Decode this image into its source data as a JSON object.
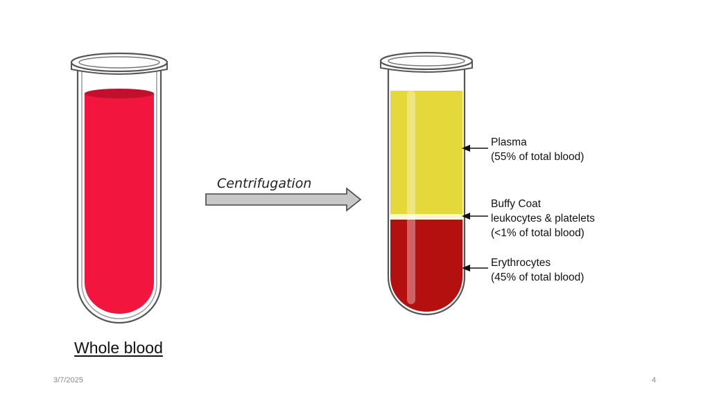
{
  "diagram": {
    "process_label": "Centrifugation",
    "left_tube": {
      "caption": "Whole blood"
    },
    "right_tube": {
      "layers": [
        {
          "id": "plasma",
          "lines": [
            "Plasma",
            "(55% of total blood)"
          ]
        },
        {
          "id": "buffy",
          "lines": [
            "Buffy Coat",
            "leukocytes & platelets",
            "(<1% of total blood)"
          ]
        },
        {
          "id": "erythrocytes",
          "lines": [
            "Erythrocytes",
            "(45% of total blood)"
          ]
        }
      ]
    },
    "colors": {
      "whole_blood": "#f2163f",
      "plasma": "#e5d83a",
      "buffy_coat": "#fbf7d6",
      "erythrocytes": "#b51010",
      "tube_outline": "#555555",
      "arrow_fill": "#c8c8c8"
    }
  },
  "footer": {
    "date": "3/7/2025",
    "page_number": "4"
  }
}
